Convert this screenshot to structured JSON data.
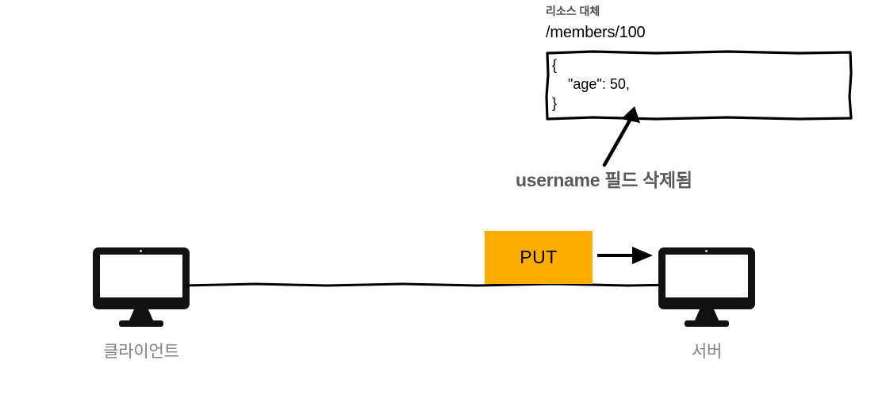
{
  "diagram": {
    "title_annotation": "리소스 대체",
    "resource_path": "/members/100",
    "request_body": "{\n    \"age\": 50,\n}",
    "caption": "username 필드 삭제됨",
    "method_label": "PUT",
    "client_label": "클라이언트",
    "server_label": "서버",
    "colors": {
      "method_box": "#ffae00",
      "node_label": "#808080",
      "caption": "#595959",
      "annotation_title": "#4a4a4a",
      "stroke": "#000000",
      "background": "#ffffff"
    }
  }
}
